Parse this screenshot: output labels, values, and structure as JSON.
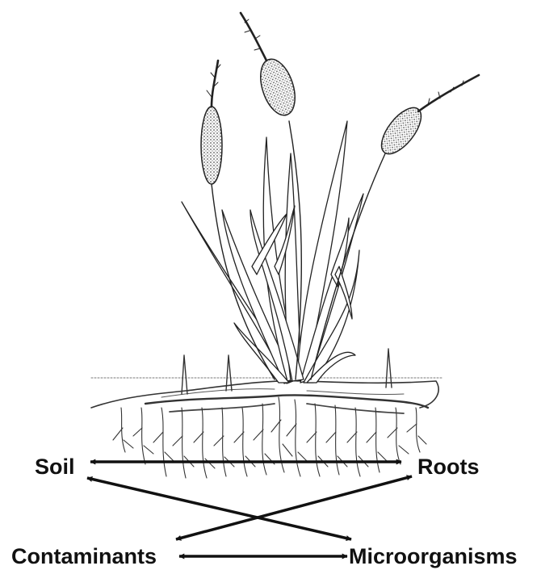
{
  "diagram": {
    "nodes": {
      "soil": "Soil",
      "roots": "Roots",
      "contaminants": "Contaminants",
      "microorganisms": "Microorganisms"
    },
    "relations": [
      {
        "from": "soil",
        "to": "roots",
        "direction": "both"
      },
      {
        "from": "soil",
        "to": "microorganisms",
        "direction": "both"
      },
      {
        "from": "roots",
        "to": "contaminants",
        "direction": "both"
      },
      {
        "from": "contaminants",
        "to": "microorganisms",
        "direction": "both"
      }
    ],
    "illustration": "cattail-plant-icon",
    "colors": {
      "ink": "#111111",
      "shade": "#bdbdbd",
      "background": "#ffffff"
    }
  }
}
